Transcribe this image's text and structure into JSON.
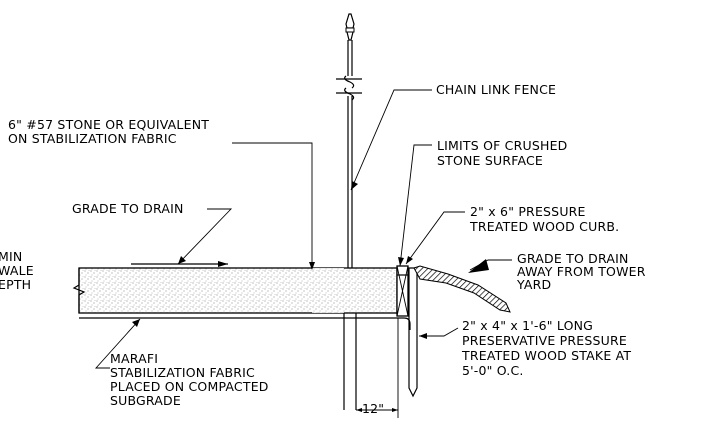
{
  "labels": {
    "stone": [
      "6\" #57 STONE OR EQUIVALENT",
      "ON STABILIZATION FABRIC"
    ],
    "grade_drain": [
      "GRADE TO DRAIN"
    ],
    "swale": [
      "MIN",
      "WALE",
      "EPTH"
    ],
    "chain_link": [
      "CHAIN LINK FENCE"
    ],
    "limits": [
      "LIMITS OF CRUSHED",
      "STONE SURFACE"
    ],
    "curb": [
      "2\" x 6\" PRESSURE",
      "TREATED WOOD CURB."
    ],
    "grade_away": [
      "GRADE TO DRAIN",
      "AWAY FROM TOWER",
      "YARD"
    ],
    "stake": [
      "2\" x 4\" x 1'-6\" LONG",
      "PRESERVATIVE PRESSURE",
      "TREATED WOOD STAKE AT",
      "5'-0\" O.C."
    ],
    "marafi": [
      "MARAFI",
      "STABILIZATION FABRIC",
      "PLACED ON COMPACTED",
      "SUBGRADE"
    ],
    "dimension": [
      "12\""
    ]
  }
}
